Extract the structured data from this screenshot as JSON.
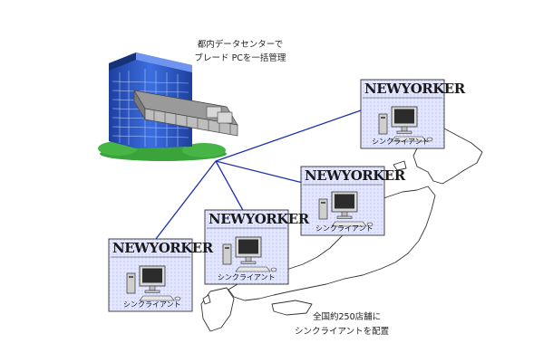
{
  "datacenter": {
    "caption_line1": "都内データセンターで",
    "caption_line2": "ブレード PCを一括管理"
  },
  "brand": {
    "name": "NEWYORKER"
  },
  "client": {
    "label": "シンクライアント"
  },
  "note": {
    "line1": "全国約250店舗に",
    "line2": "シンクライアントを配置"
  },
  "colors": {
    "link": "#1a2fb0",
    "box_fill": "#dde1ff",
    "building_blue": "#2b56c6",
    "grass": "#3aa33a"
  }
}
